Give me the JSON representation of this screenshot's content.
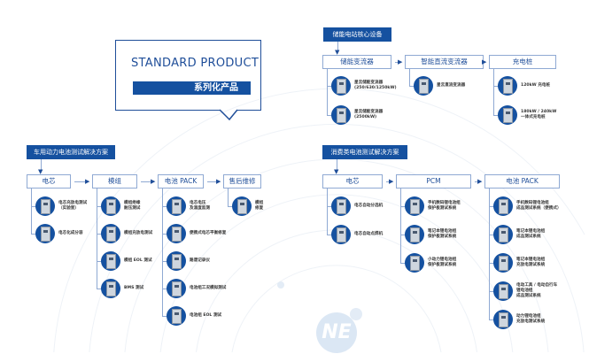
{
  "standard": {
    "title": "STANDARD PRODUCT",
    "subtitle": "系列化产品"
  },
  "logo": "NE",
  "colors": {
    "brand": "#1551a0",
    "line": "#8fa9d3"
  },
  "flows": [
    {
      "id": "ev",
      "header": "车用动力电池测试解决方案",
      "stages": [
        {
          "label": "电芯",
          "items": [
            "电芯充放电测试\n（实验室）",
            "电芯化成分容"
          ]
        },
        {
          "label": "模组",
          "items": [
            "模组绝缘\n耐压测试",
            "模组充放电测试",
            "模组 EOL 测试",
            "BMS 测试"
          ]
        },
        {
          "label": "电池 PACK",
          "items": [
            "电芯电压\n及温度监测",
            "便携式电芯平衡修复",
            "路谱记录仪",
            "电池组工况模拟测试",
            "电池组 EOL 测试"
          ]
        },
        {
          "label": "售后维修",
          "items": [
            "模组\n修复"
          ]
        }
      ]
    },
    {
      "id": "storage",
      "header": "储能电站核心设备",
      "stages": [
        {
          "label": "储能变流器",
          "items": [
            "星云储能变流器\n(250/630/1250kW)",
            "星云储能变流器\n(2500kW)"
          ]
        },
        {
          "label": "智能直流变流器",
          "items": [
            "星云直流变流器"
          ]
        },
        {
          "label": "充电桩",
          "items": [
            "120kW 充电桩",
            "180kW / 240kW\n一体式充电桩"
          ]
        }
      ]
    },
    {
      "id": "consumer",
      "header": "消费类电池测试解决方案",
      "stages": [
        {
          "label": "电芯",
          "items": [
            "电芯自动分选机",
            "电芯自动点焊机"
          ]
        },
        {
          "label": "PCM",
          "items": [
            "手机数码锂电池组\n保护板测试系统",
            "笔记本锂电池组\n保护板测试系统",
            "小动力锂电池组\n保护板测试系统"
          ]
        },
        {
          "label": "电池 PACK",
          "items": [
            "手机数码锂电池组\n成品测试系统（便携式）",
            "笔记本锂电池组\n成品测试系统",
            "笔记本锂电池组\n充放电测试系统",
            "电动工具 / 电动自行车\n锂电池组\n成品测试系统",
            "动力锂电池组\n充放电测试系统"
          ]
        }
      ]
    }
  ]
}
